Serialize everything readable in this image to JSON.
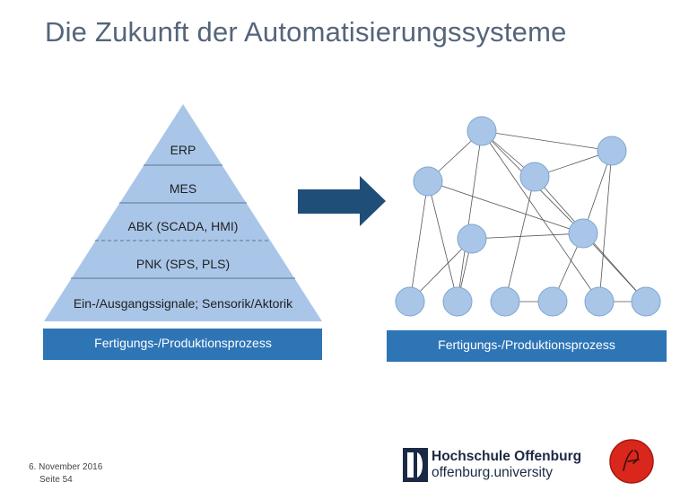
{
  "title": "Die Zukunft der Automatisierungssysteme",
  "pyramid": {
    "levels": [
      "ERP",
      "MES",
      "ABK (SCADA, HMI)",
      "PNK (SPS, PLS)",
      "Ein-/Ausgangssignale; Sensorik/Aktorik"
    ],
    "base_label": "Fertigungs-/Produktionsprozess"
  },
  "network": {
    "base_label": "Fertigungs-/Produktionsprozess"
  },
  "footer": {
    "date": "6. November 2016",
    "page": "Seite 54"
  },
  "logo": {
    "name": "Hochschule Offenburg",
    "url": "offenburg.university"
  },
  "colors": {
    "title": "#55657a",
    "pyramid_fill": "#a9c6e8",
    "box_fill": "#2e75b6",
    "arrow": "#1f4e79",
    "node_fill": "#a9c6e8"
  }
}
